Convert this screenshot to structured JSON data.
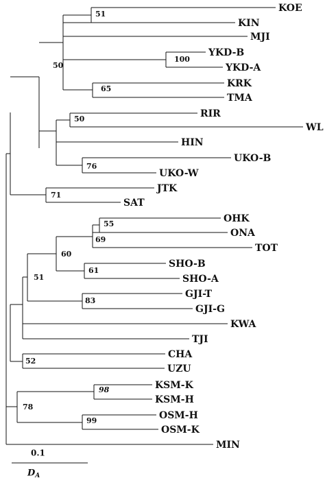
{
  "taxa": [
    {
      "id": "KOE",
      "label": "KOE"
    },
    {
      "id": "KIN",
      "label": "KIN"
    },
    {
      "id": "MJI",
      "label": "MJI"
    },
    {
      "id": "YKDB",
      "label": "YKD-B"
    },
    {
      "id": "YKDA",
      "label": "YKD-A"
    },
    {
      "id": "KRK",
      "label": "KRK"
    },
    {
      "id": "TMA",
      "label": "TMA"
    },
    {
      "id": "RIR",
      "label": "RIR"
    },
    {
      "id": "WL",
      "label": "WL"
    },
    {
      "id": "HIN",
      "label": "HIN"
    },
    {
      "id": "UKOB",
      "label": "UKO-B"
    },
    {
      "id": "UKOW",
      "label": "UKO-W"
    },
    {
      "id": "JTK",
      "label": "JTK"
    },
    {
      "id": "SAT",
      "label": "SAT"
    },
    {
      "id": "OHK",
      "label": "OHK"
    },
    {
      "id": "ONA",
      "label": "ONA"
    },
    {
      "id": "TOT",
      "label": "TOT"
    },
    {
      "id": "SHOB",
      "label": "SHO-B"
    },
    {
      "id": "SHOA",
      "label": "SHO-A"
    },
    {
      "id": "GJIT",
      "label": "GJI-T"
    },
    {
      "id": "GJIG",
      "label": "GJI-G"
    },
    {
      "id": "KWA",
      "label": "KWA"
    },
    {
      "id": "TJI",
      "label": "TJI"
    },
    {
      "id": "CHA",
      "label": "CHA"
    },
    {
      "id": "UZU",
      "label": "UZU"
    },
    {
      "id": "KSMK",
      "label": "KSM-K"
    },
    {
      "id": "KSMH",
      "label": "KSM-H"
    },
    {
      "id": "OSMH",
      "label": "OSM-H"
    },
    {
      "id": "OSMK",
      "label": "OSM-K"
    },
    {
      "id": "MIN",
      "label": "MIN"
    }
  ],
  "bootstrap": [
    {
      "id": "b51top",
      "value": "51"
    },
    {
      "id": "b100",
      "value": "100"
    },
    {
      "id": "b50a",
      "value": "50"
    },
    {
      "id": "b65",
      "value": "65"
    },
    {
      "id": "b50b",
      "value": "50"
    },
    {
      "id": "b76",
      "value": "76"
    },
    {
      "id": "b71",
      "value": "71"
    },
    {
      "id": "b55",
      "value": "55"
    },
    {
      "id": "b69",
      "value": "69"
    },
    {
      "id": "b60",
      "value": "60"
    },
    {
      "id": "b61",
      "value": "61"
    },
    {
      "id": "b51mid",
      "value": "51"
    },
    {
      "id": "b83",
      "value": "83"
    },
    {
      "id": "b52",
      "value": "52"
    },
    {
      "id": "b98",
      "value": "98",
      "italic": true
    },
    {
      "id": "b78",
      "value": "78"
    },
    {
      "id": "b99",
      "value": "99"
    }
  ],
  "scale": {
    "value_label": "0.1",
    "axis_label": "D",
    "axis_subscript": "A"
  }
}
